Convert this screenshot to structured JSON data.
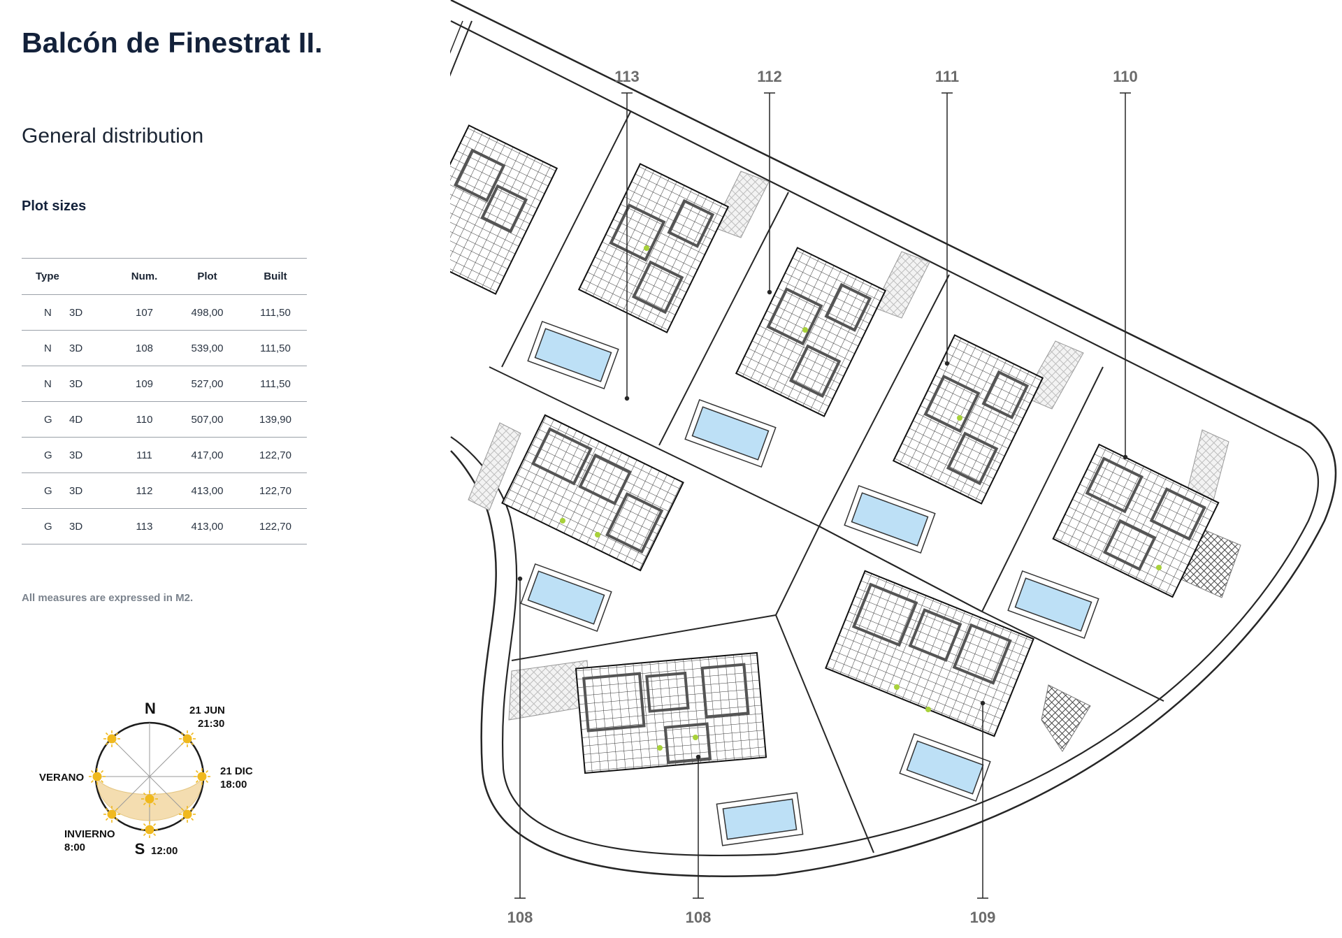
{
  "header": {
    "title": "Balcón de Finestrat II.",
    "subtitle": "General distribution",
    "section_title": "Plot sizes"
  },
  "table": {
    "headers": {
      "type": "Type",
      "num": "Num.",
      "plot": "Plot",
      "built": "Built"
    },
    "rows": [
      {
        "orientation": "N",
        "beds": "3D",
        "num": "107",
        "plot": "498,00",
        "built": "111,50"
      },
      {
        "orientation": "N",
        "beds": "3D",
        "num": "108",
        "plot": "539,00",
        "built": "111,50"
      },
      {
        "orientation": "N",
        "beds": "3D",
        "num": "109",
        "plot": "527,00",
        "built": "111,50"
      },
      {
        "orientation": "G",
        "beds": "4D",
        "num": "110",
        "plot": "507,00",
        "built": "139,90"
      },
      {
        "orientation": "G",
        "beds": "3D",
        "num": "111",
        "plot": "417,00",
        "built": "122,70"
      },
      {
        "orientation": "G",
        "beds": "3D",
        "num": "112",
        "plot": "413,00",
        "built": "122,70"
      },
      {
        "orientation": "G",
        "beds": "3D",
        "num": "113",
        "plot": "413,00",
        "built": "122,70"
      }
    ]
  },
  "note": "All measures are expressed in M2.",
  "sun_diagram": {
    "north": "N",
    "south": "S",
    "label_21jun": "21 JUN",
    "time_21jun": "21:30",
    "label_verano": "VERANO",
    "label_21dic": "21 DIC",
    "time_21dic": "18:00",
    "label_invierno": "INVIERNO",
    "time_invierno": "8:00",
    "time_noon": "12:00",
    "sun_color": "#f0b91e",
    "path_color": "#f4ddb0"
  },
  "site_plan": {
    "top_labels": [
      "113",
      "112",
      "111",
      "110"
    ],
    "bottom_labels": [
      "108",
      "108",
      "109"
    ],
    "pool_color": "#bde0f6",
    "line_color": "#262626",
    "label_color": "#6b6b6b",
    "marker_color": "#a8d13a"
  }
}
